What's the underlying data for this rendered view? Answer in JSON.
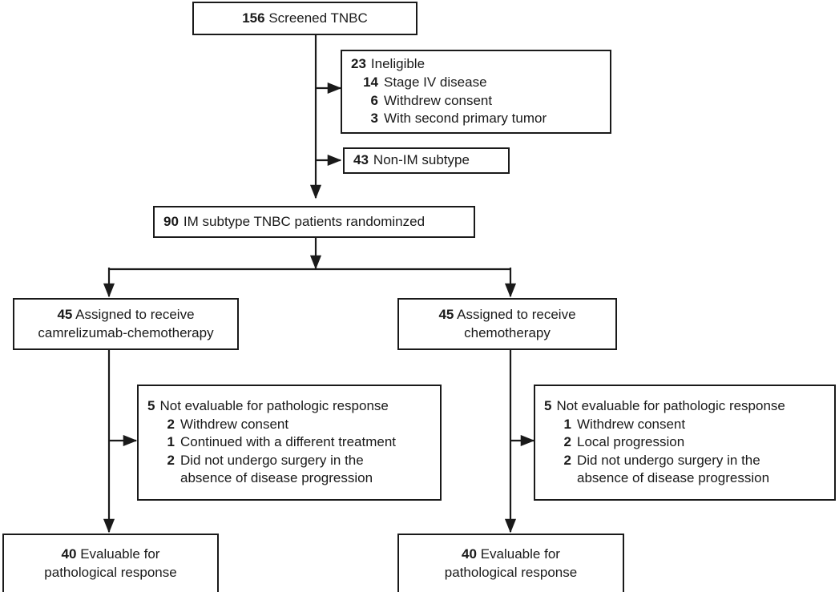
{
  "diagram": {
    "type": "consort-flow-diagram",
    "title": "CONSORT patient flow diagram",
    "stroke_color": "#1a1a1a",
    "text_color": "#1a1a1a",
    "background_color": "#ffffff"
  },
  "screened": {
    "count": "156",
    "label": "Screened TNBC"
  },
  "ineligible": {
    "count": "23",
    "label": "Ineligible",
    "reasons": [
      {
        "count": "14",
        "label": "Stage IV disease"
      },
      {
        "count": "6",
        "label": "Withdrew consent"
      },
      {
        "count": "3",
        "label": "With second primary tumor"
      }
    ]
  },
  "non_im": {
    "count": "43",
    "label": "Non-IM subtype"
  },
  "randomized": {
    "count": "90",
    "label": "IM subtype TNBC patients randominzed"
  },
  "arms": [
    {
      "assigned": {
        "count": "45",
        "line1": "Assigned to receive",
        "line2": "camrelizumab-chemotherapy"
      },
      "not_evaluable": {
        "count": "5",
        "label": "Not evaluable for pathologic response",
        "reasons": [
          {
            "count": "2",
            "label": "Withdrew consent",
            "cont": ""
          },
          {
            "count": "1",
            "label": "Continued with a different treatment",
            "cont": ""
          },
          {
            "count": "2",
            "label": "Did not undergo surgery in the",
            "cont": "absence of disease progression"
          }
        ]
      },
      "evaluable": {
        "count": "40",
        "line1": "Evaluable for",
        "line2": "pathological response"
      }
    },
    {
      "assigned": {
        "count": "45",
        "line1": "Assigned to receive",
        "line2": "chemotherapy"
      },
      "not_evaluable": {
        "count": "5",
        "label": "Not evaluable for pathologic response",
        "reasons": [
          {
            "count": "1",
            "label": "Withdrew consent",
            "cont": ""
          },
          {
            "count": "2",
            "label": "Local progression",
            "cont": ""
          },
          {
            "count": "2",
            "label": "Did not undergo surgery in the",
            "cont": "absence of disease progression"
          }
        ]
      },
      "evaluable": {
        "count": "40",
        "line1": "Evaluable for",
        "line2": "pathological response"
      }
    }
  ]
}
